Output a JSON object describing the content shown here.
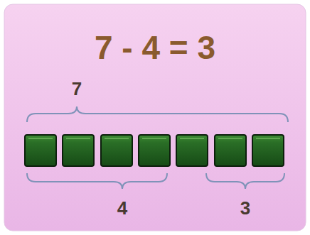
{
  "diagram": {
    "title": "7 - 4 = 3",
    "labels": [
      "7",
      "4",
      "3"
    ]
  }
}
